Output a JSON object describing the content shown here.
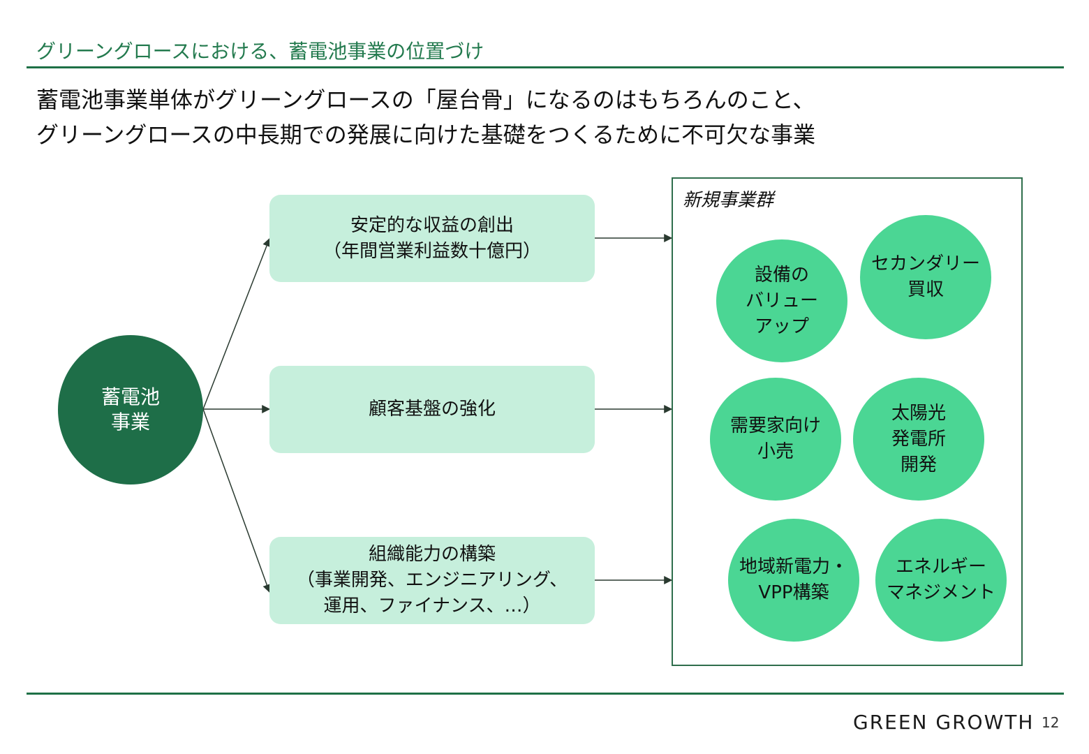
{
  "section_title": "グリーングロースにおける、蓄電池事業の位置づけ",
  "headline": {
    "line1": "蓄電池事業単体がグリーングロースの「屋台骨」になるのはもちろんのこと、",
    "line2": "グリーングロースの中長期での発展に向けた基礎をつくるために不可欠な事業"
  },
  "source": {
    "line1": "蓄電池",
    "line2": "事業"
  },
  "pillars": [
    {
      "line1": "安定的な収益の創出",
      "line2": "（年間営業利益数十億円）"
    },
    {
      "line1": "顧客基盤の強化"
    },
    {
      "line1": "組織能力の構築",
      "line2": "（事業開発、エンジニアリング、",
      "line3": "運用、ファイナンス、…）"
    }
  ],
  "new_business": {
    "label": "新規事業群",
    "items": [
      {
        "line1": "設備の",
        "line2": "バリュー",
        "line3": "アップ"
      },
      {
        "line1": "セカンダリー",
        "line2": "買収"
      },
      {
        "line1": "需要家向け",
        "line2": "小売"
      },
      {
        "line1": "太陽光",
        "line2": "発電所",
        "line3": "開発"
      },
      {
        "line1": "地域新電力・",
        "line2": "VPP構築"
      },
      {
        "line1": "エネルギー",
        "line2": "マネジメント"
      }
    ]
  },
  "footer": {
    "brand": "GREEN GROWTH",
    "page": "12"
  },
  "colors": {
    "accent": "#1e7046",
    "source_circle": "#1e6e48",
    "pillar_box": "#c6efdc",
    "bubble": "#4bd694"
  }
}
